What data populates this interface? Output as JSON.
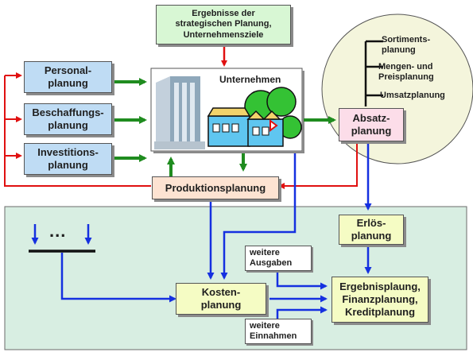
{
  "header_box": {
    "lines": [
      "Ergebnisse der",
      "strategischen Planung,",
      "Unternehmensziele"
    ]
  },
  "left_boxes": [
    {
      "lines": [
        "Personal-",
        "planung"
      ]
    },
    {
      "lines": [
        "Beschaffungs-",
        "planung"
      ]
    },
    {
      "lines": [
        "Investitions-",
        "planung"
      ]
    }
  ],
  "company": {
    "title": "Unternehmen"
  },
  "production": {
    "label": "Produktionsplanung"
  },
  "sales": {
    "box_lines": [
      "Absatz-",
      "planung"
    ],
    "sub_items": [
      {
        "lines": [
          "Sortiments-",
          "planung"
        ]
      },
      {
        "lines": [
          "Mengen- und",
          "Preisplanung"
        ]
      },
      {
        "lines": [
          "Umsatzplanung"
        ]
      }
    ]
  },
  "financial": {
    "ellipsis": "...",
    "revenue_box": {
      "lines": [
        "Erlös-",
        "planung"
      ]
    },
    "cost_box": {
      "lines": [
        "Kosten-",
        "planung"
      ]
    },
    "result_box": {
      "lines": [
        "Ergebnisplaung,",
        "Finanzplanung,",
        "Kreditplanung"
      ]
    },
    "other_expenses": {
      "lines": [
        "weitere",
        "Ausgaben"
      ]
    },
    "other_income": {
      "lines": [
        "weitere",
        "Einnahmen"
      ]
    }
  },
  "colors": {
    "red_arrow": "#e01010",
    "green_arrow": "#1f8c1f",
    "blue_arrow": "#1530e0",
    "financial_bg": "#d8eee2",
    "sales_ellipse": "#f4f5dc",
    "company_tree": "#34c234",
    "company_factory": "#5fc6f0",
    "building": "#8fa8bb"
  }
}
